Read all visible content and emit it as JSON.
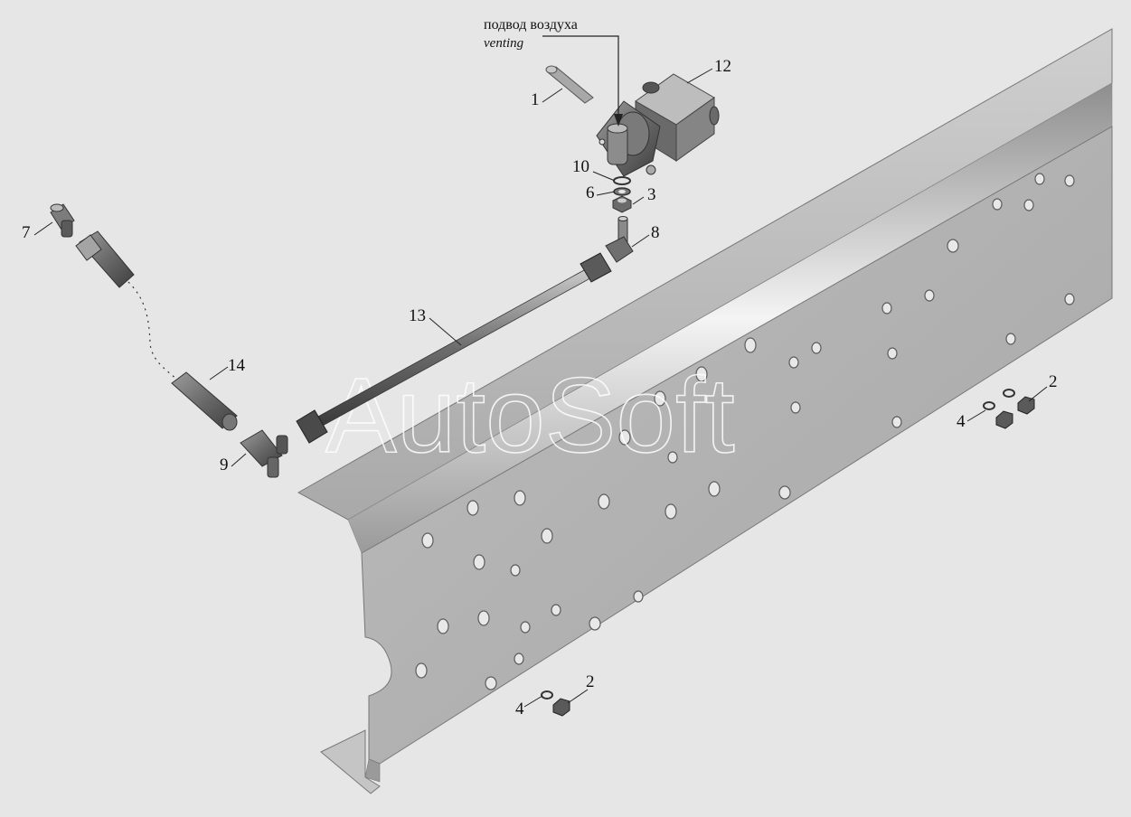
{
  "annotation": {
    "ru": "подвод воздуха",
    "en": "venting"
  },
  "watermark": "AutoSoft",
  "callouts": [
    "1",
    "12",
    "10",
    "6",
    "3",
    "8",
    "7",
    "13",
    "14",
    "9",
    "2",
    "4",
    "2",
    "4"
  ],
  "colors": {
    "background": "#e6e6e6",
    "frame": "#b4b4b4",
    "part_dark": "#505050",
    "part_light": "#a0a0a0"
  }
}
